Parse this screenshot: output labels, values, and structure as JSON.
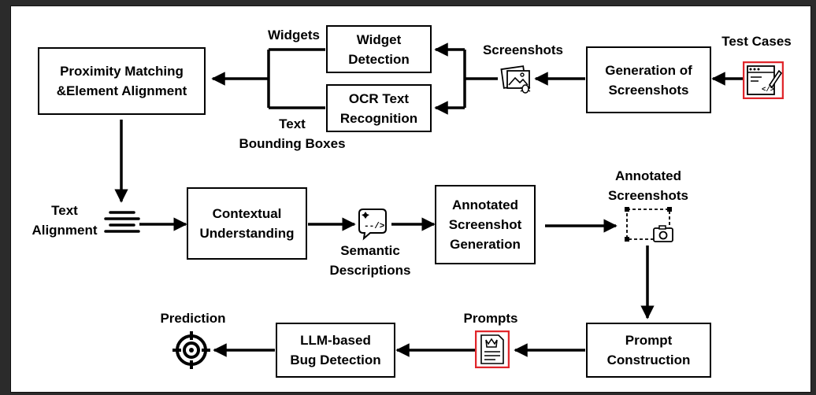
{
  "boxes": {
    "proximity": "Proximity Matching\n&Element Alignment",
    "widget_detection": "Widget\nDetection",
    "ocr": "OCR Text\nRecognition",
    "generation": "Generation of\nScreenshots",
    "contextual": "Contextual\nUnderstanding",
    "annotated_gen": "Annotated\nScreenshot\nGeneration",
    "prompt_construction": "Prompt\nConstruction",
    "llm": "LLM-based\nBug Detection"
  },
  "labels": {
    "widgets": "Widgets",
    "text_bounding": "Text\nBounding Boxes",
    "screenshots": "Screenshots",
    "test_cases": "Test Cases",
    "text_alignment": "Text\nAlignment",
    "semantic": "Semantic\nDescriptions",
    "annotated_screenshots": "Annotated\nScreenshots",
    "prompts": "Prompts",
    "prediction": "Prediction"
  },
  "icons": {
    "test_cases": "code-document-icon",
    "screenshots": "image-bug-icon",
    "text_alignment": "text-lines-icon",
    "semantic": "chat-code-icon",
    "annotated": "camera-frame-icon",
    "prompts": "prompt-document-icon",
    "prediction": "target-icon"
  },
  "colors": {
    "highlight": "#e0262b",
    "stroke": "#000000"
  }
}
